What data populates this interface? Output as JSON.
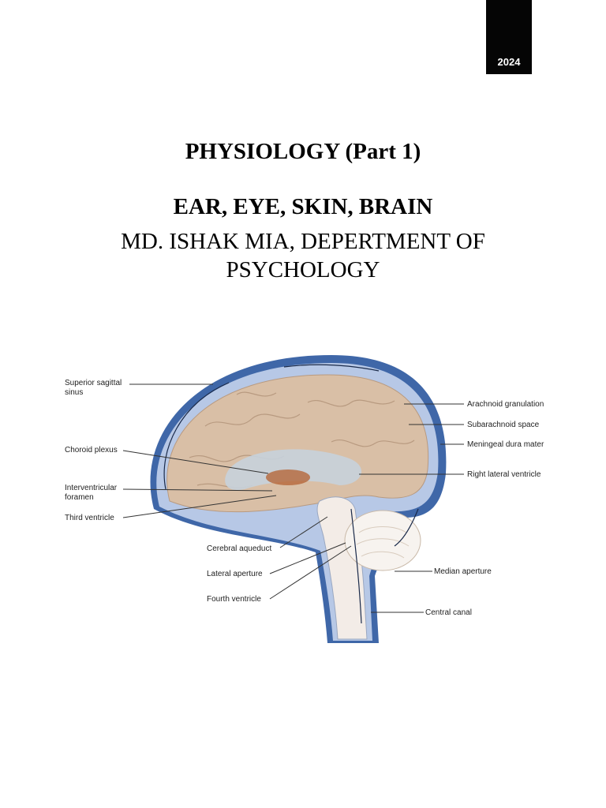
{
  "header": {
    "year": "2024"
  },
  "document": {
    "title": "PHYSIOLOGY (Part 1)",
    "subtitle": "EAR, EYE, SKIN, BRAIN",
    "author": "MD. ISHAK MIA, DEPERTMENT OF PSYCHOLOGY"
  },
  "figure": {
    "labels": {
      "superior_sagittal_sinus_1": "Superior sagittal",
      "superior_sagittal_sinus_2": "sinus",
      "choroid_plexus": "Choroid plexus",
      "interventricular_foramen_1": "Interventricular",
      "interventricular_foramen_2": "foramen",
      "third_ventricle": "Third ventricle",
      "cerebral_aqueduct": "Cerebral aqueduct",
      "lateral_aperture": "Lateral aperture",
      "fourth_ventricle": "Fourth ventricle",
      "arachnoid_granulation": "Arachnoid granulation",
      "subarachnoid_space": "Subarachnoid space",
      "meningeal_dura_mater": "Meningeal dura mater",
      "right_lateral_ventricle": "Right lateral ventricle",
      "median_aperture": "Median aperture",
      "central_canal": "Central canal"
    },
    "colors": {
      "dura": "#3f67a8",
      "csf": "#b7c8e6",
      "brain": "#d9bfa6",
      "ventricle": "#c7d1dc"
    }
  }
}
